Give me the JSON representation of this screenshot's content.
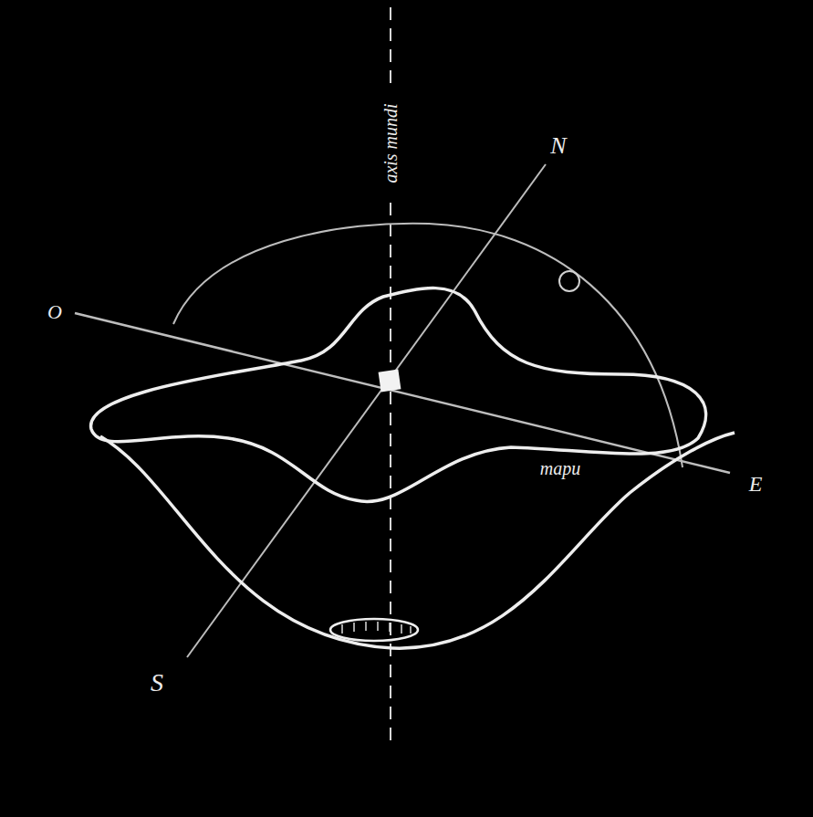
{
  "diagram": {
    "labels": [
      "axis mundi",
      "N",
      "O",
      "E",
      "S",
      "mapu"
    ]
  }
}
